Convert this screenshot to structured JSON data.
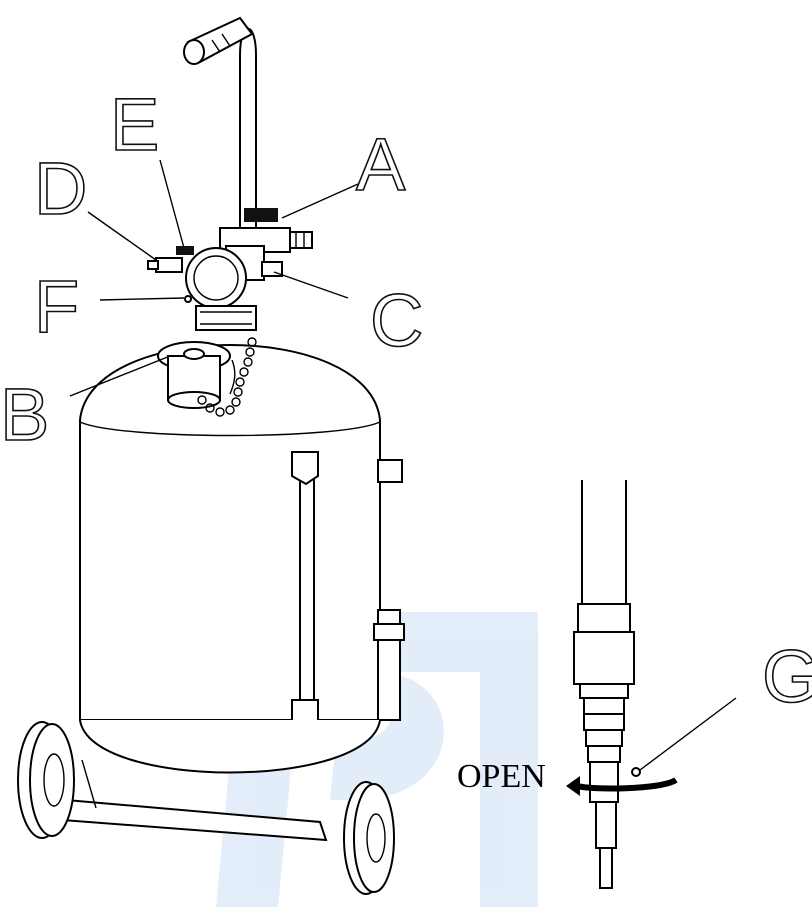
{
  "figure": {
    "callouts": {
      "a": "A",
      "b": "B",
      "c": "C",
      "d": "D",
      "e": "E",
      "f": "F",
      "g": "G"
    },
    "open_label": "OPEN",
    "watermark_color": "#1f6fd6"
  }
}
